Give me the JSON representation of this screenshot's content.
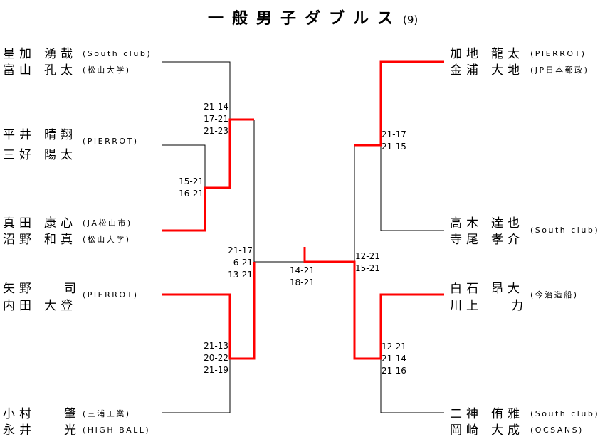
{
  "title": {
    "main": "一般男子ダブルス",
    "number": "(9)"
  },
  "colors": {
    "winner_line": "#ff0000",
    "line": "#000000"
  },
  "left": [
    {
      "players": [
        {
          "family": "星加",
          "given": "湧哉"
        },
        {
          "family": "富山",
          "given": "孔太"
        }
      ],
      "clubs": [
        "(South club)",
        "(松山大学)"
      ]
    },
    {
      "players": [
        {
          "family": "平井",
          "given": "晴翔"
        },
        {
          "family": "三好",
          "given": "陽太"
        }
      ],
      "clubs": [
        "(PIERROT)"
      ]
    },
    {
      "players": [
        {
          "family": "真田",
          "given": "康心"
        },
        {
          "family": "沼野",
          "given": "和真"
        }
      ],
      "clubs": [
        "(JA松山市)",
        "(松山大学)"
      ]
    },
    {
      "players": [
        {
          "family": "矢野",
          "given": "司"
        },
        {
          "family": "内田",
          "given": "大登"
        }
      ],
      "clubs": [
        "(PIERROT)"
      ]
    },
    {
      "players": [
        {
          "family": "小村",
          "given": "肇"
        },
        {
          "family": "永井",
          "given": "光"
        }
      ],
      "clubs": [
        "(三浦工業)",
        "(HIGH BALL)"
      ]
    }
  ],
  "right": [
    {
      "players": [
        {
          "family": "加地",
          "given": "龍太"
        },
        {
          "family": "金浦",
          "given": "大地"
        }
      ],
      "clubs": [
        "(PIERROT)",
        "(JP日本郵政)"
      ]
    },
    {
      "players": [
        {
          "family": "高木",
          "given": "達也"
        },
        {
          "family": "寺尾",
          "given": "孝介"
        }
      ],
      "clubs": [
        "(South club)"
      ]
    },
    {
      "players": [
        {
          "family": "白石",
          "given": "昂大"
        },
        {
          "family": "川上",
          "given": "力"
        }
      ],
      "clubs": [
        "(今治造船)"
      ]
    },
    {
      "players": [
        {
          "family": "二神",
          "given": "侑雅"
        },
        {
          "family": "岡崎",
          "given": "大成"
        }
      ],
      "clubs": [
        "(South club)",
        "(OCSANS)"
      ]
    }
  ],
  "scores": {
    "left_r1": [
      "15-21",
      "16-21"
    ],
    "left_r2_top": [
      "21-14",
      "17-21",
      "21-23"
    ],
    "left_r2_bottom": [
      "21-13",
      "20-22",
      "21-19"
    ],
    "left_semi": [
      "21-17",
      "6-21",
      "13-21"
    ],
    "final": [
      "14-21",
      "18-21"
    ],
    "right_semi": [
      "12-21",
      "15-21"
    ],
    "right_r1_top": [
      "21-17",
      "21-15"
    ],
    "right_r1_bottom": [
      "12-21",
      "21-14",
      "21-16"
    ]
  }
}
